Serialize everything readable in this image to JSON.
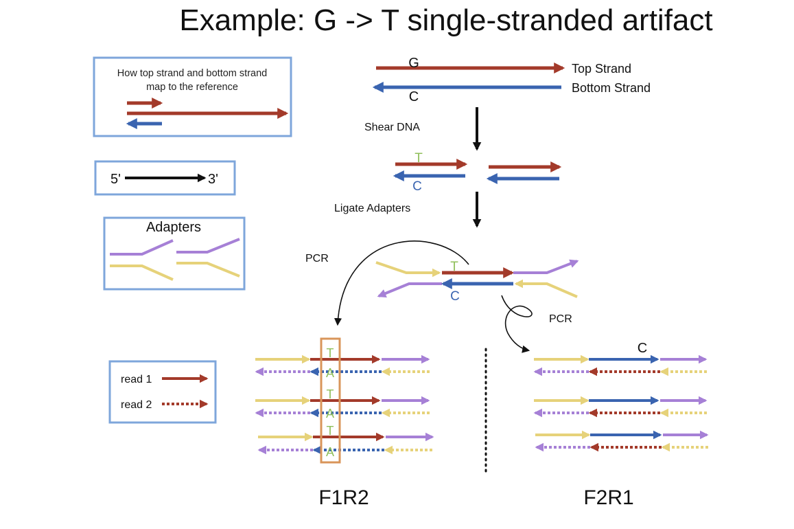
{
  "title": "Example: G -> T single-stranded artifact",
  "colors": {
    "top_strand": "#a33a2a",
    "bottom_strand": "#3a64b0",
    "adapter_purple": "#a680d6",
    "adapter_yellow": "#e6d27a",
    "box_border": "#7ea6db",
    "highlight": "#d9955a",
    "base_letter": "#8fbf5a",
    "black": "#111111"
  },
  "legend_mapping": {
    "text_line1": "How top strand and bottom strand",
    "text_line2": "map to the reference"
  },
  "legend_direction": {
    "five_prime": "5'",
    "three_prime": "3'"
  },
  "legend_adapters": {
    "title": "Adapters"
  },
  "legend_reads": {
    "read1": "read 1",
    "read2": "read 2"
  },
  "strands": {
    "top_label": "Top Strand",
    "bottom_label": "Bottom Strand",
    "top_base": "G",
    "bottom_base": "C"
  },
  "steps": {
    "shear": "Shear DNA",
    "ligate": "Ligate Adapters",
    "pcr_left": "PCR",
    "pcr_right": "PCR"
  },
  "fragment": {
    "top_base": "T",
    "bottom_base": "C"
  },
  "ligated": {
    "top_base": "T",
    "bottom_base": "C"
  },
  "families": {
    "left_label": "F1R2",
    "right_label": "F2R1",
    "left_bases": [
      "T",
      "A",
      "T",
      "A",
      "T",
      "A"
    ],
    "right_base": "C"
  }
}
